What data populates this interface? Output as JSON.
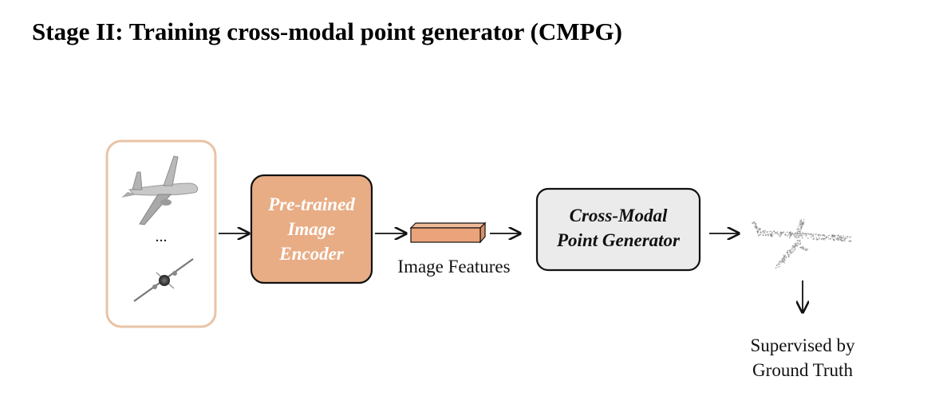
{
  "title": "Stage II: Training cross-modal point generator (CMPG)",
  "input_images": {
    "ellipsis": "..."
  },
  "encoder": {
    "lines": [
      "Pre-trained",
      "Image",
      "Encoder"
    ]
  },
  "features": {
    "label": "Image Features"
  },
  "generator": {
    "lines": [
      "Cross-Modal",
      "Point Generator"
    ]
  },
  "supervision": {
    "lines": [
      "Supervised by",
      "Ground Truth"
    ]
  },
  "colors": {
    "input_border": "#e9c3a6",
    "encoder_fill": "#e8ad85",
    "encoder_text": "#ffffff",
    "feature_fill": "#eaa37a",
    "generator_fill": "#ebebeb",
    "outline": "#111111"
  },
  "icons": [
    "airplane-render-icon",
    "airplane-front-render-icon",
    "point-cloud-airplane-icon"
  ]
}
